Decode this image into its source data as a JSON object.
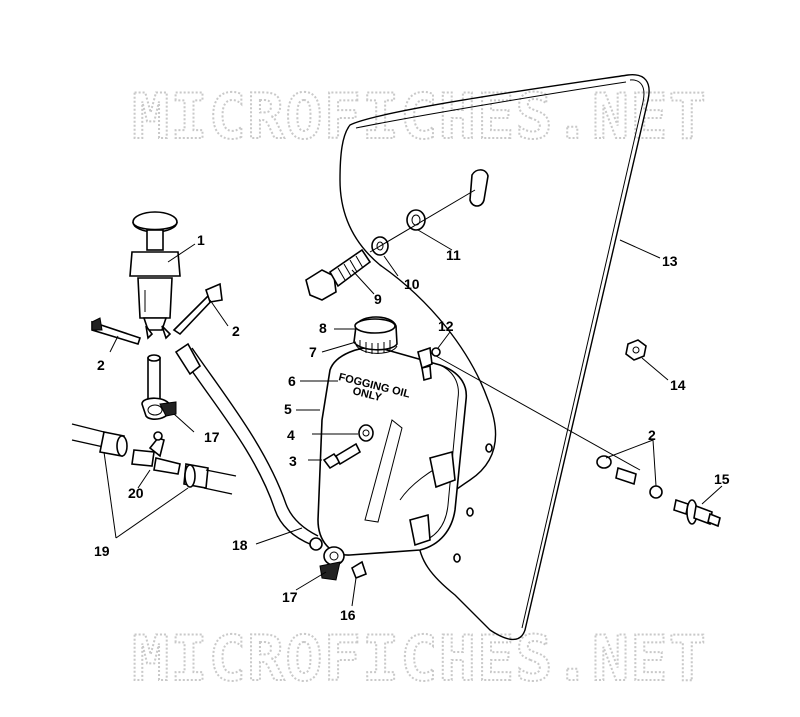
{
  "watermark": {
    "top": "MICROFICHES.NET",
    "bottom": "MICROFICHES.NET"
  },
  "tank_label": {
    "line1": "FOGGING OIL",
    "line2": "ONLY"
  },
  "callouts": [
    {
      "id": "c1",
      "text": "1"
    },
    {
      "id": "c2a",
      "text": "2"
    },
    {
      "id": "c2b",
      "text": "2"
    },
    {
      "id": "c2c",
      "text": "2"
    },
    {
      "id": "c3",
      "text": "3"
    },
    {
      "id": "c4",
      "text": "4"
    },
    {
      "id": "c5",
      "text": "5"
    },
    {
      "id": "c6",
      "text": "6"
    },
    {
      "id": "c7",
      "text": "7"
    },
    {
      "id": "c8",
      "text": "8"
    },
    {
      "id": "c9",
      "text": "9"
    },
    {
      "id": "c10",
      "text": "10"
    },
    {
      "id": "c11",
      "text": "11"
    },
    {
      "id": "c12",
      "text": "12"
    },
    {
      "id": "c13",
      "text": "13"
    },
    {
      "id": "c14",
      "text": "14"
    },
    {
      "id": "c15",
      "text": "15"
    },
    {
      "id": "c16",
      "text": "16"
    },
    {
      "id": "c17a",
      "text": "17"
    },
    {
      "id": "c17b",
      "text": "17"
    },
    {
      "id": "c18",
      "text": "18"
    },
    {
      "id": "c19",
      "text": "19"
    },
    {
      "id": "c20",
      "text": "20"
    }
  ]
}
